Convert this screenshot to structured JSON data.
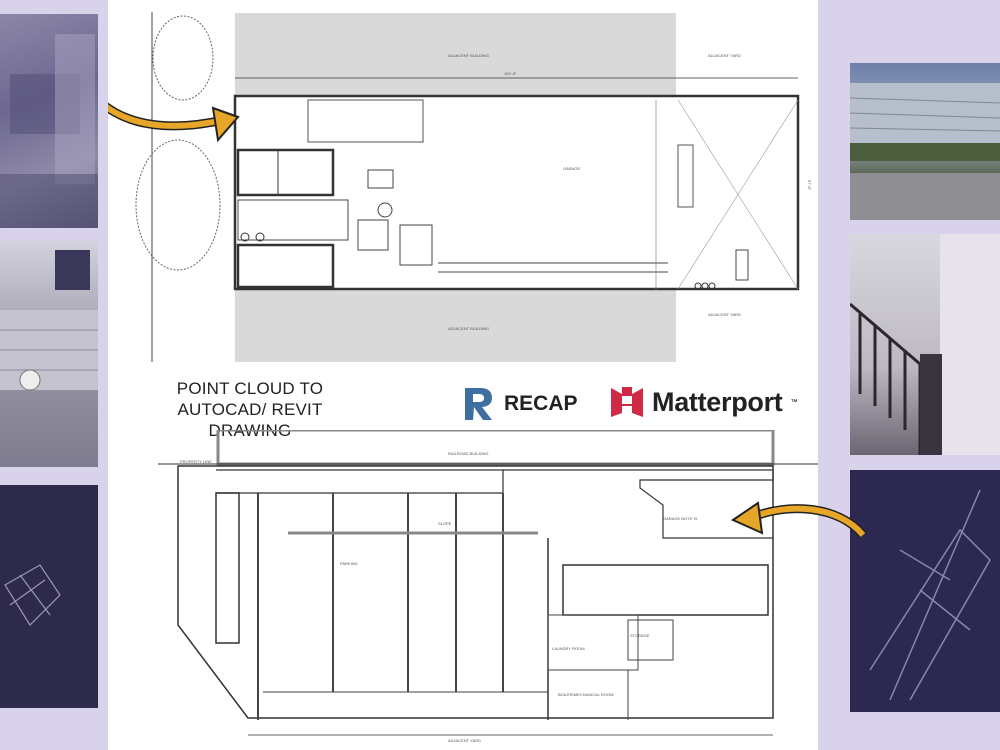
{
  "caption": {
    "line1": "POINT CLOUD TO",
    "line2": "AUTOCAD/ REVIT DRAWING"
  },
  "logos": {
    "recap": {
      "text": "RECAP",
      "color": "#3d6fa0"
    },
    "matterport": {
      "text": "Matterport",
      "trademark": "™",
      "color": "#d12a45"
    }
  },
  "arrow_color": "#e8a628",
  "background_color": "#d8d3ea",
  "top_drawing": {
    "labels": {
      "overall_width": "100'-8\"",
      "depth": "57'-6\"",
      "adjacent_building": "ADJACENT BUILDING",
      "adjacent_yard": "ADJACENT YARD",
      "garage": "GARAGE"
    }
  },
  "bottom_drawing": {
    "labels": {
      "railroad_building": "RAILROAD BUILDING",
      "property_line": "PROPERTY LINE",
      "adjacent_yard": "ADJACENT YARD",
      "parking": "PARKING",
      "garage": "GARAGE NOTE 'B'",
      "storage": "STORAGE",
      "boiler_room": "BOILER/MECHANICAL ROOM",
      "laundry": "LAUNDRY ROOM",
      "slope": "SLOPE"
    }
  },
  "photos": {
    "left": [
      "point-cloud-interior",
      "point-cloud-garage-door",
      "point-cloud-aerial"
    ],
    "right": [
      "building-exterior",
      "staircase-interior",
      "point-cloud-aerial-dark"
    ]
  }
}
